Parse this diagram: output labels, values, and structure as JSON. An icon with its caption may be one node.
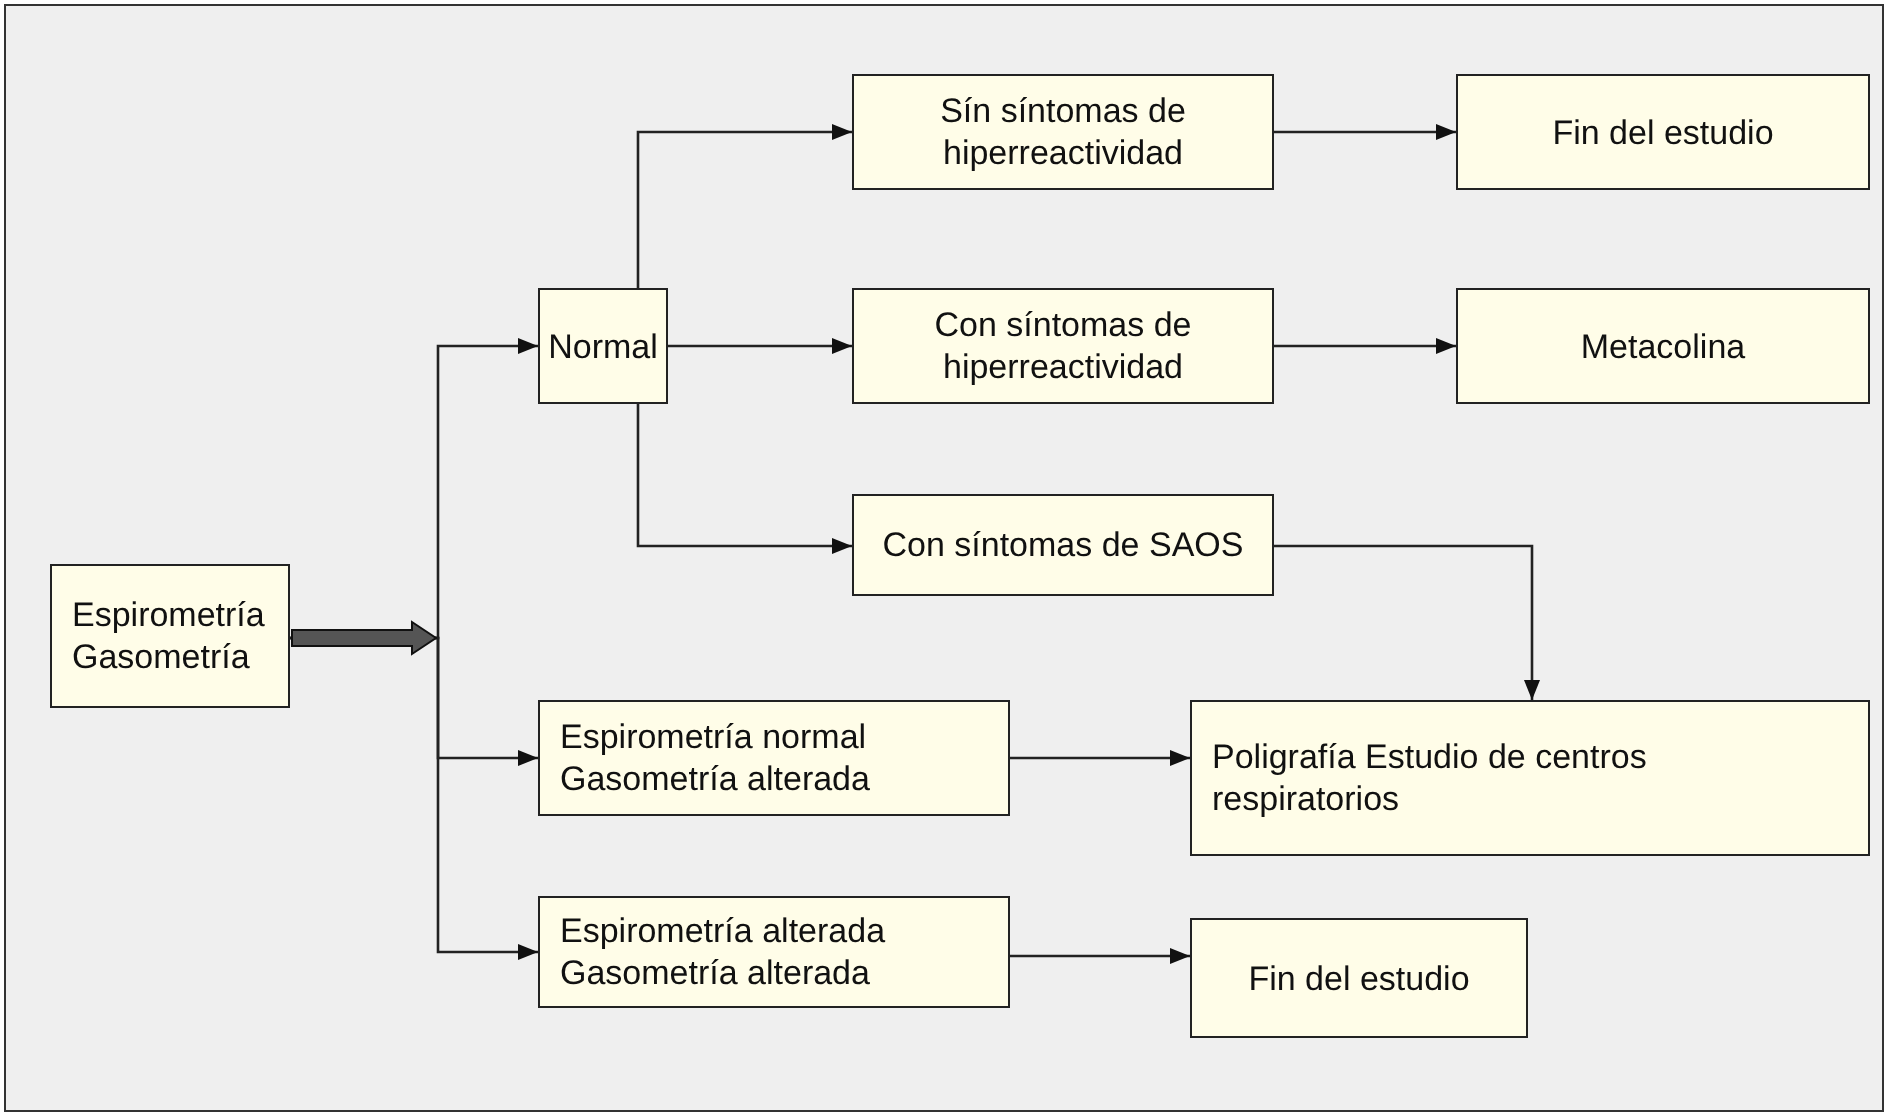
{
  "diagram": {
    "nodes": [
      {
        "text": [
          "Espirometría Gasometría"
        ]
      },
      {
        "text": [
          "Normal"
        ]
      },
      {
        "text": [
          "Sín síntomas de hiperreactividad"
        ]
      },
      {
        "text": [
          "Fin del estudio"
        ]
      },
      {
        "text": [
          "Con síntomas de hiperreactividad"
        ]
      },
      {
        "text": [
          "Metacolina"
        ]
      },
      {
        "text": [
          "Con síntomas de SAOS"
        ]
      },
      {
        "text": [
          "Espirometría normal Gasometría alterada"
        ]
      },
      {
        "text": [
          "Poligrafía Estudio de centros respiratorios"
        ]
      },
      {
        "text": [
          "Espirometría alterada Gasometría alterada"
        ]
      },
      {
        "text": [
          "Fin del estudio"
        ]
      }
    ],
    "edges": [
      {
        "from": 0,
        "to": 1,
        "arrow": "to"
      },
      {
        "from": 0,
        "to": 7,
        "arrow": "to"
      },
      {
        "from": 0,
        "to": 9,
        "arrow": "to"
      },
      {
        "from": 1,
        "to": 2,
        "arrow": "to"
      },
      {
        "from": 1,
        "to": 4,
        "arrow": "to"
      },
      {
        "from": 1,
        "to": 6,
        "arrow": "to"
      },
      {
        "from": 2,
        "to": 3,
        "arrow": "to"
      },
      {
        "from": 4,
        "to": 5,
        "arrow": "to"
      },
      {
        "from": 6,
        "to": 8,
        "arrow": "to"
      },
      {
        "from": 7,
        "to": 8,
        "arrow": "to"
      },
      {
        "from": 9,
        "to": 10,
        "arrow": "to"
      }
    ]
  }
}
